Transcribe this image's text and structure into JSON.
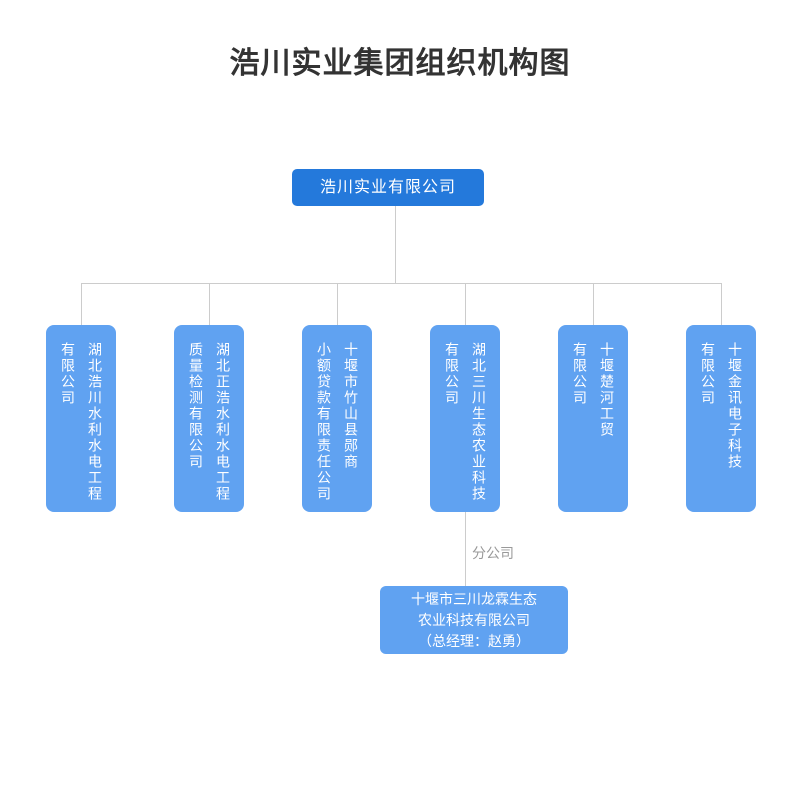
{
  "page": {
    "title": "浩川实业集团组织机构图"
  },
  "chart": {
    "root": {
      "name": "浩川实业有限公司"
    },
    "children": [
      {
        "name": "湖北浩川水利水电工程有限公司",
        "lines": [
          "湖北浩川水利水电工程",
          "有限公司"
        ]
      },
      {
        "name": "湖北正浩水利水电工程质量检测有限公司",
        "lines": [
          "湖北正浩水利水电工程",
          "质量检测有限公司"
        ]
      },
      {
        "name": "十堰市竹山县郧商小额贷款有限责任公司",
        "lines": [
          "十堰市竹山县郧商",
          "小额贷款有限责任公司"
        ]
      },
      {
        "name": "湖北三川生态农业科技有限公司",
        "lines": [
          "湖北三川生态农业科技",
          "有限公司"
        ]
      },
      {
        "name": "十堰楚河工贸有限公司",
        "lines": [
          "十堰楚河工贸",
          "有限公司"
        ]
      },
      {
        "name": "十堰金讯电子科技有限公司",
        "lines": [
          "十堰金讯电子科技",
          "有限公司"
        ]
      }
    ],
    "branch": {
      "label": "分公司",
      "node": {
        "name": "十堰市三川龙霖生态农业科技有限公司（总经理：赵勇）",
        "lines": [
          "十堰市三川龙霖生态",
          "农业科技有限公司",
          "（总经理：赵勇）"
        ]
      }
    }
  },
  "colors": {
    "root_bg": "#2479db",
    "child_bg": "#60a2f1",
    "line": "#cccccc",
    "label": "#999999",
    "title": "#333333"
  }
}
